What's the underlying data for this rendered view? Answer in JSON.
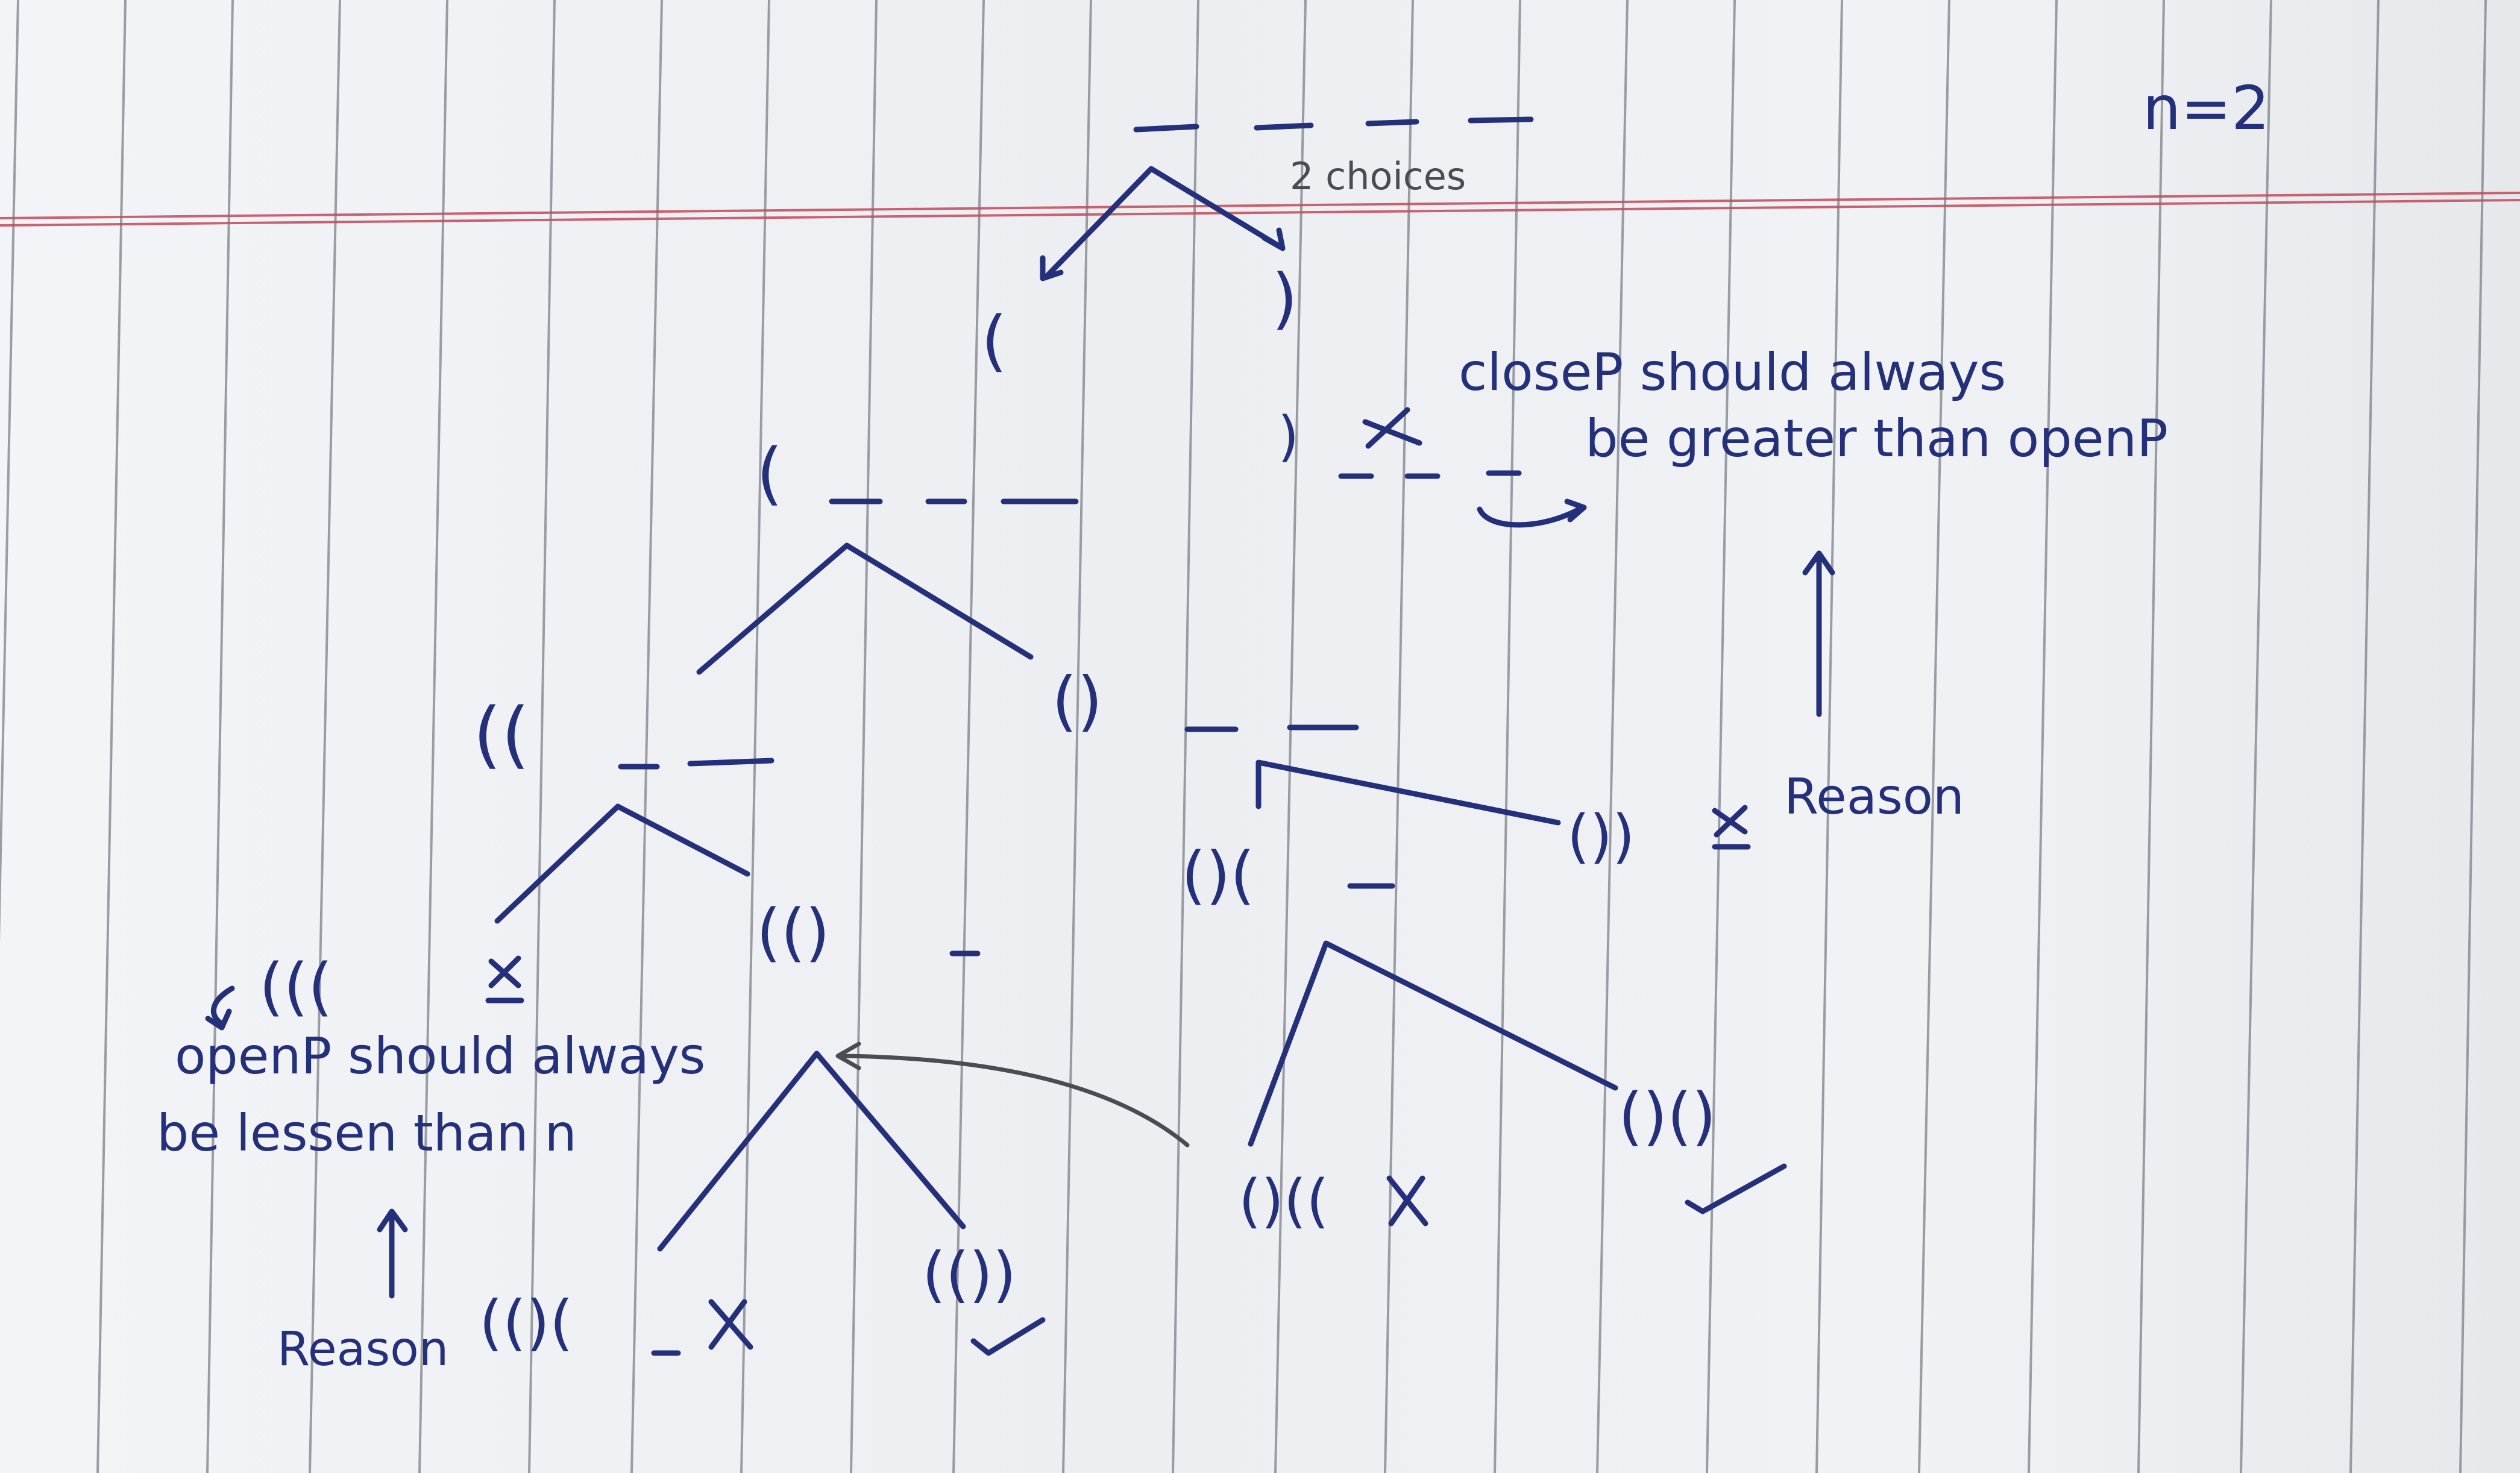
{
  "header": {
    "n_value": "n=2"
  },
  "root": {
    "choices_note": "2 choices"
  },
  "nodes": {
    "open1": "(",
    "close1": ")",
    "close_invalid": ")",
    "l1": "(",
    "l2_left": "((",
    "l2_right": "()",
    "l3_left_invalid": "(((",
    "l3_left_mid": "(()",
    "l3_right_mid": "()(",
    "l3_right_invalid": "()) ",
    "leaf_invalid_a": "(()(",
    "leaf_valid_a": "(())",
    "leaf_invalid_b": "()((",
    "leaf_valid_b": "()()"
  },
  "marks": {
    "cross": "X",
    "check": "✓"
  },
  "notes": {
    "close_rule_line1": "closeP should always",
    "close_rule_line2": "be greater than openP",
    "open_rule_line1": "openP should always",
    "open_rule_line2": "be lessen than n",
    "reason_right": "Reason",
    "reason_left": "Reason"
  },
  "colors": {
    "ink": "#24307a",
    "pencil": "#4a4c52",
    "paper": "#eef0f4",
    "rule_red": "#c24a5a",
    "rule_grey": "#7d8088"
  }
}
